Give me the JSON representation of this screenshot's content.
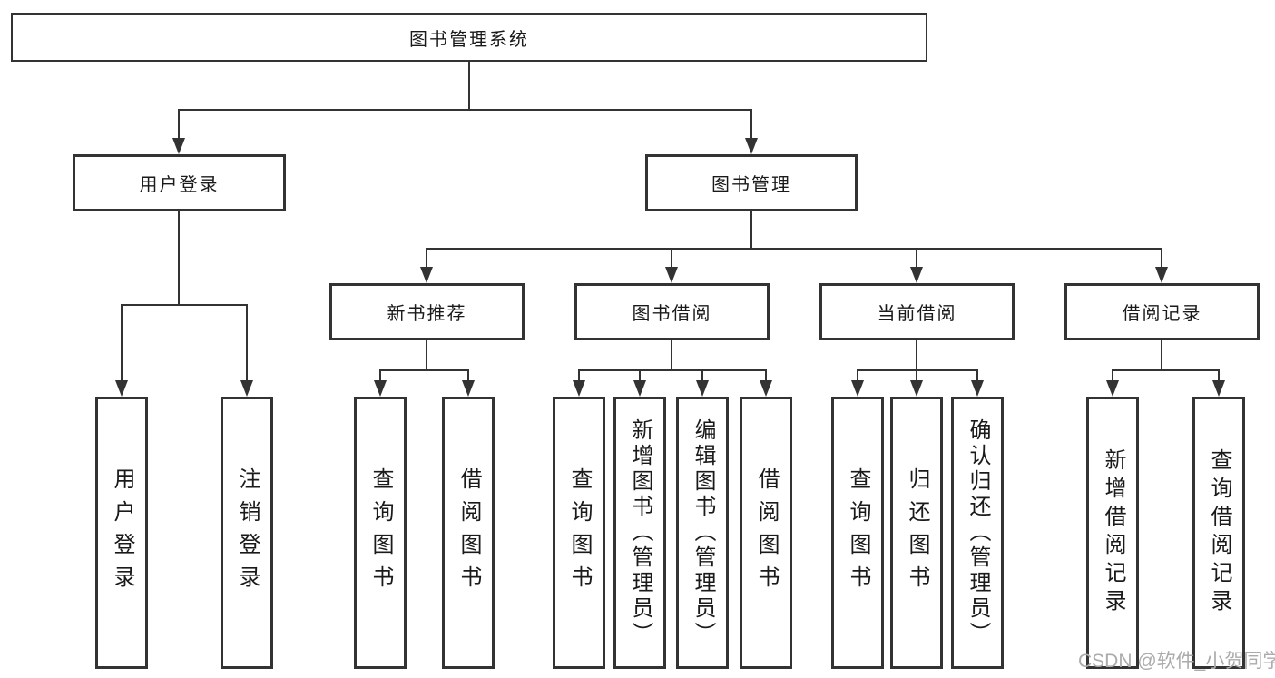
{
  "diagram": {
    "title": "图书管理系统",
    "nodes": {
      "user_login": "用户登录",
      "book_mgmt": "图书管理",
      "new_book_rec": "新书推荐",
      "book_borrow": "图书借阅",
      "current_borrow": "当前借阅",
      "borrow_record": "借阅记录"
    },
    "leaves": {
      "user_login": [
        "用户登录",
        "注销登录"
      ],
      "new_book_rec": [
        "查询图书",
        "借阅图书"
      ],
      "book_borrow": [
        "查询图书",
        "新增图书（管理员）",
        "编辑图书（管理员）",
        "借阅图书"
      ],
      "current_borrow": [
        "查询图书",
        "归还图书",
        "确认归还（管理员）"
      ],
      "borrow_record": [
        "新增借阅记录",
        "查询借阅记录"
      ]
    }
  },
  "watermark": {
    "text": "CSDN @软件_小贺同学"
  },
  "colors": {
    "line": "#333333",
    "text": "#1a1a1a",
    "background": "#ffffff",
    "watermark": "#ababab"
  }
}
